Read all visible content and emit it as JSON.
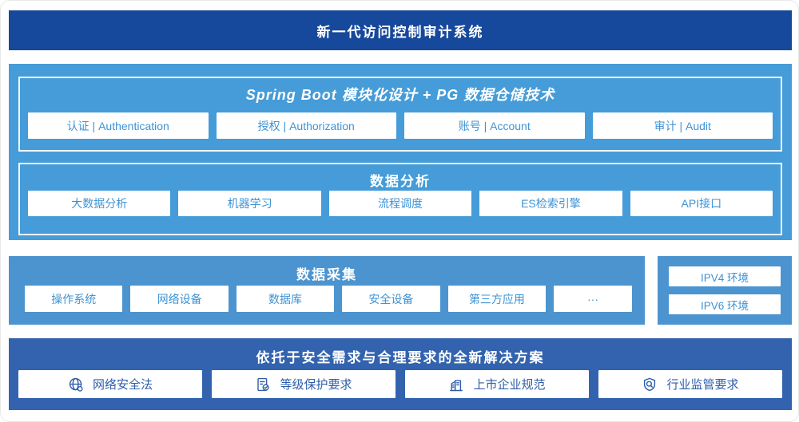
{
  "banner": {
    "title": "新一代访问控制审计系统"
  },
  "platform": {
    "spring": {
      "title": "Spring Boot 模块化设计 + PG 数据仓储技术",
      "items": [
        "认证 | Authentication",
        "授权 | Authorization",
        "账号 | Account",
        "审计 | Audit"
      ]
    },
    "analysis": {
      "title": "数据分析",
      "items": [
        "大数据分析",
        "机器学习",
        "流程调度",
        "ES检索引擎",
        "API接口"
      ]
    }
  },
  "collection": {
    "title": "数据采集",
    "items": [
      "操作系统",
      "网络设备",
      "数据库",
      "安全设备",
      "第三方应用",
      "···"
    ]
  },
  "environment": {
    "items": [
      "IPV4 环境",
      "IPV6 环境"
    ]
  },
  "solution": {
    "title": "依托于安全需求与合理要求的全新解决方案",
    "items": [
      {
        "icon": "globe-icon",
        "label": "网络安全法"
      },
      {
        "icon": "document-check-icon",
        "label": "等级保护要求"
      },
      {
        "icon": "building-icon",
        "label": "上市企业规范"
      },
      {
        "icon": "shield-search-icon",
        "label": "行业监管要求"
      }
    ]
  },
  "colors": {
    "banner_bg": "#16489B",
    "platform_bg": "#469CD8",
    "collection_bg": "#4C94CF",
    "solution_bg": "#3363AE",
    "light_box_text": "#3E93D4",
    "solution_box_text": "#2E5EA9"
  }
}
